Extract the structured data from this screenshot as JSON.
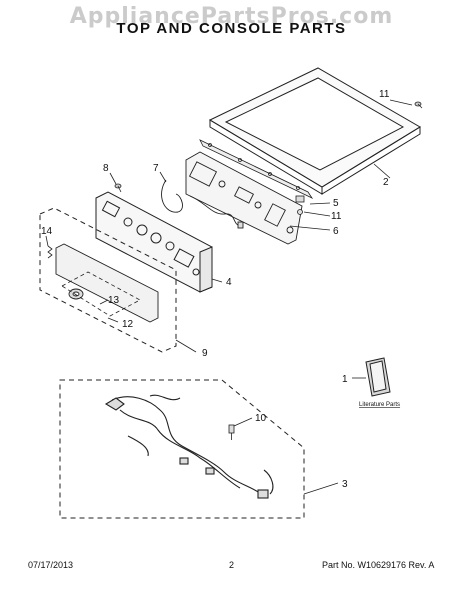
{
  "header": {
    "watermark": "AppliancePartsPros.com",
    "title": "TOP AND CONSOLE PARTS"
  },
  "callouts": {
    "c1": "1",
    "c2": "2",
    "c3": "3",
    "c4": "4",
    "c5": "5",
    "c6": "6",
    "c7": "7",
    "c8": "8",
    "c9": "9",
    "c10": "10",
    "c11a": "11",
    "c11b": "11",
    "c12": "12",
    "c13": "13",
    "c14": "14"
  },
  "literature": {
    "label": "Literature Parts"
  },
  "footer": {
    "date": "07/17/2013",
    "page": "2",
    "part": "Part No. W10629176 Rev. A"
  }
}
